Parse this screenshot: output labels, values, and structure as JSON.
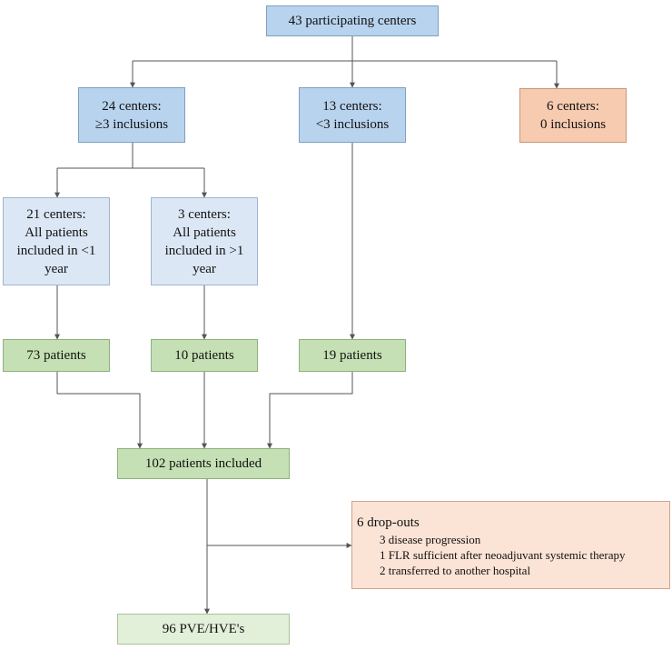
{
  "top": "43 participating centers",
  "level2": {
    "a": [
      "24 centers:",
      "≥3 inclusions"
    ],
    "b": [
      "13 centers:",
      "<3 inclusions"
    ],
    "c": [
      "6 centers:",
      "0 inclusions"
    ]
  },
  "level3": {
    "a": [
      "21 centers:",
      "All patients",
      "included in <1",
      "year"
    ],
    "b": [
      "3 centers:",
      "All patients",
      "included in >1",
      "year"
    ]
  },
  "patients": {
    "a": "73 patients",
    "b": "10 patients",
    "c": "19 patients"
  },
  "included": "102 patients included",
  "dropouts": {
    "title": "6 drop-outs",
    "items": [
      "3 disease progression",
      "1 FLR sufficient after neoadjuvant systemic therapy",
      "2 transferred to another hospital"
    ]
  },
  "final": "96 PVE/HVE's",
  "colors": {
    "blue": "#b8d3ee",
    "light_blue": "#dbe7f4",
    "orange": "#f6cbb0",
    "light_orange": "#fbe3d5",
    "green": "#c5e0b4",
    "light_green": "#e2efd9",
    "connector": "#555555"
  }
}
